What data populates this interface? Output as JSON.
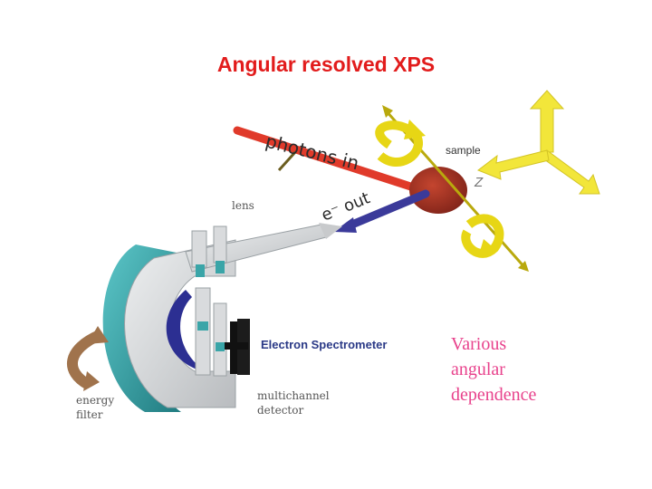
{
  "title": "Angular resolved XPS",
  "labels": {
    "photons_in": "photons in",
    "e_out": "e⁻ out",
    "sample": "sample",
    "z_axis": "Z",
    "lens": "lens",
    "electron_spectrometer": "Electron Spectrometer",
    "multichannel_detector_line1": "multichannel",
    "multichannel_detector_line2": "detector",
    "energy_filter_line1": "energy",
    "energy_filter_line2": "filter"
  },
  "note": {
    "line1": "Various",
    "line2": "angular",
    "line3": "dependence"
  },
  "colors": {
    "title": "#e21c1c",
    "note": "#e8428c",
    "photon_beam": "#e03a2a",
    "electron_beam": "#3b3a9a",
    "sample": "#a53225",
    "rotation_arrows": "#e7d615",
    "axes": "#f2e63a",
    "spectrometer_teal": "#3aa5a8",
    "spectrometer_grey": "#d4d6d8",
    "analyzer_arc": "#2c2f92",
    "filter_arrow": "#a0734c"
  },
  "icons": [
    "rotation-arrow-icon",
    "axes-icon",
    "curved-double-arrow-icon"
  ]
}
